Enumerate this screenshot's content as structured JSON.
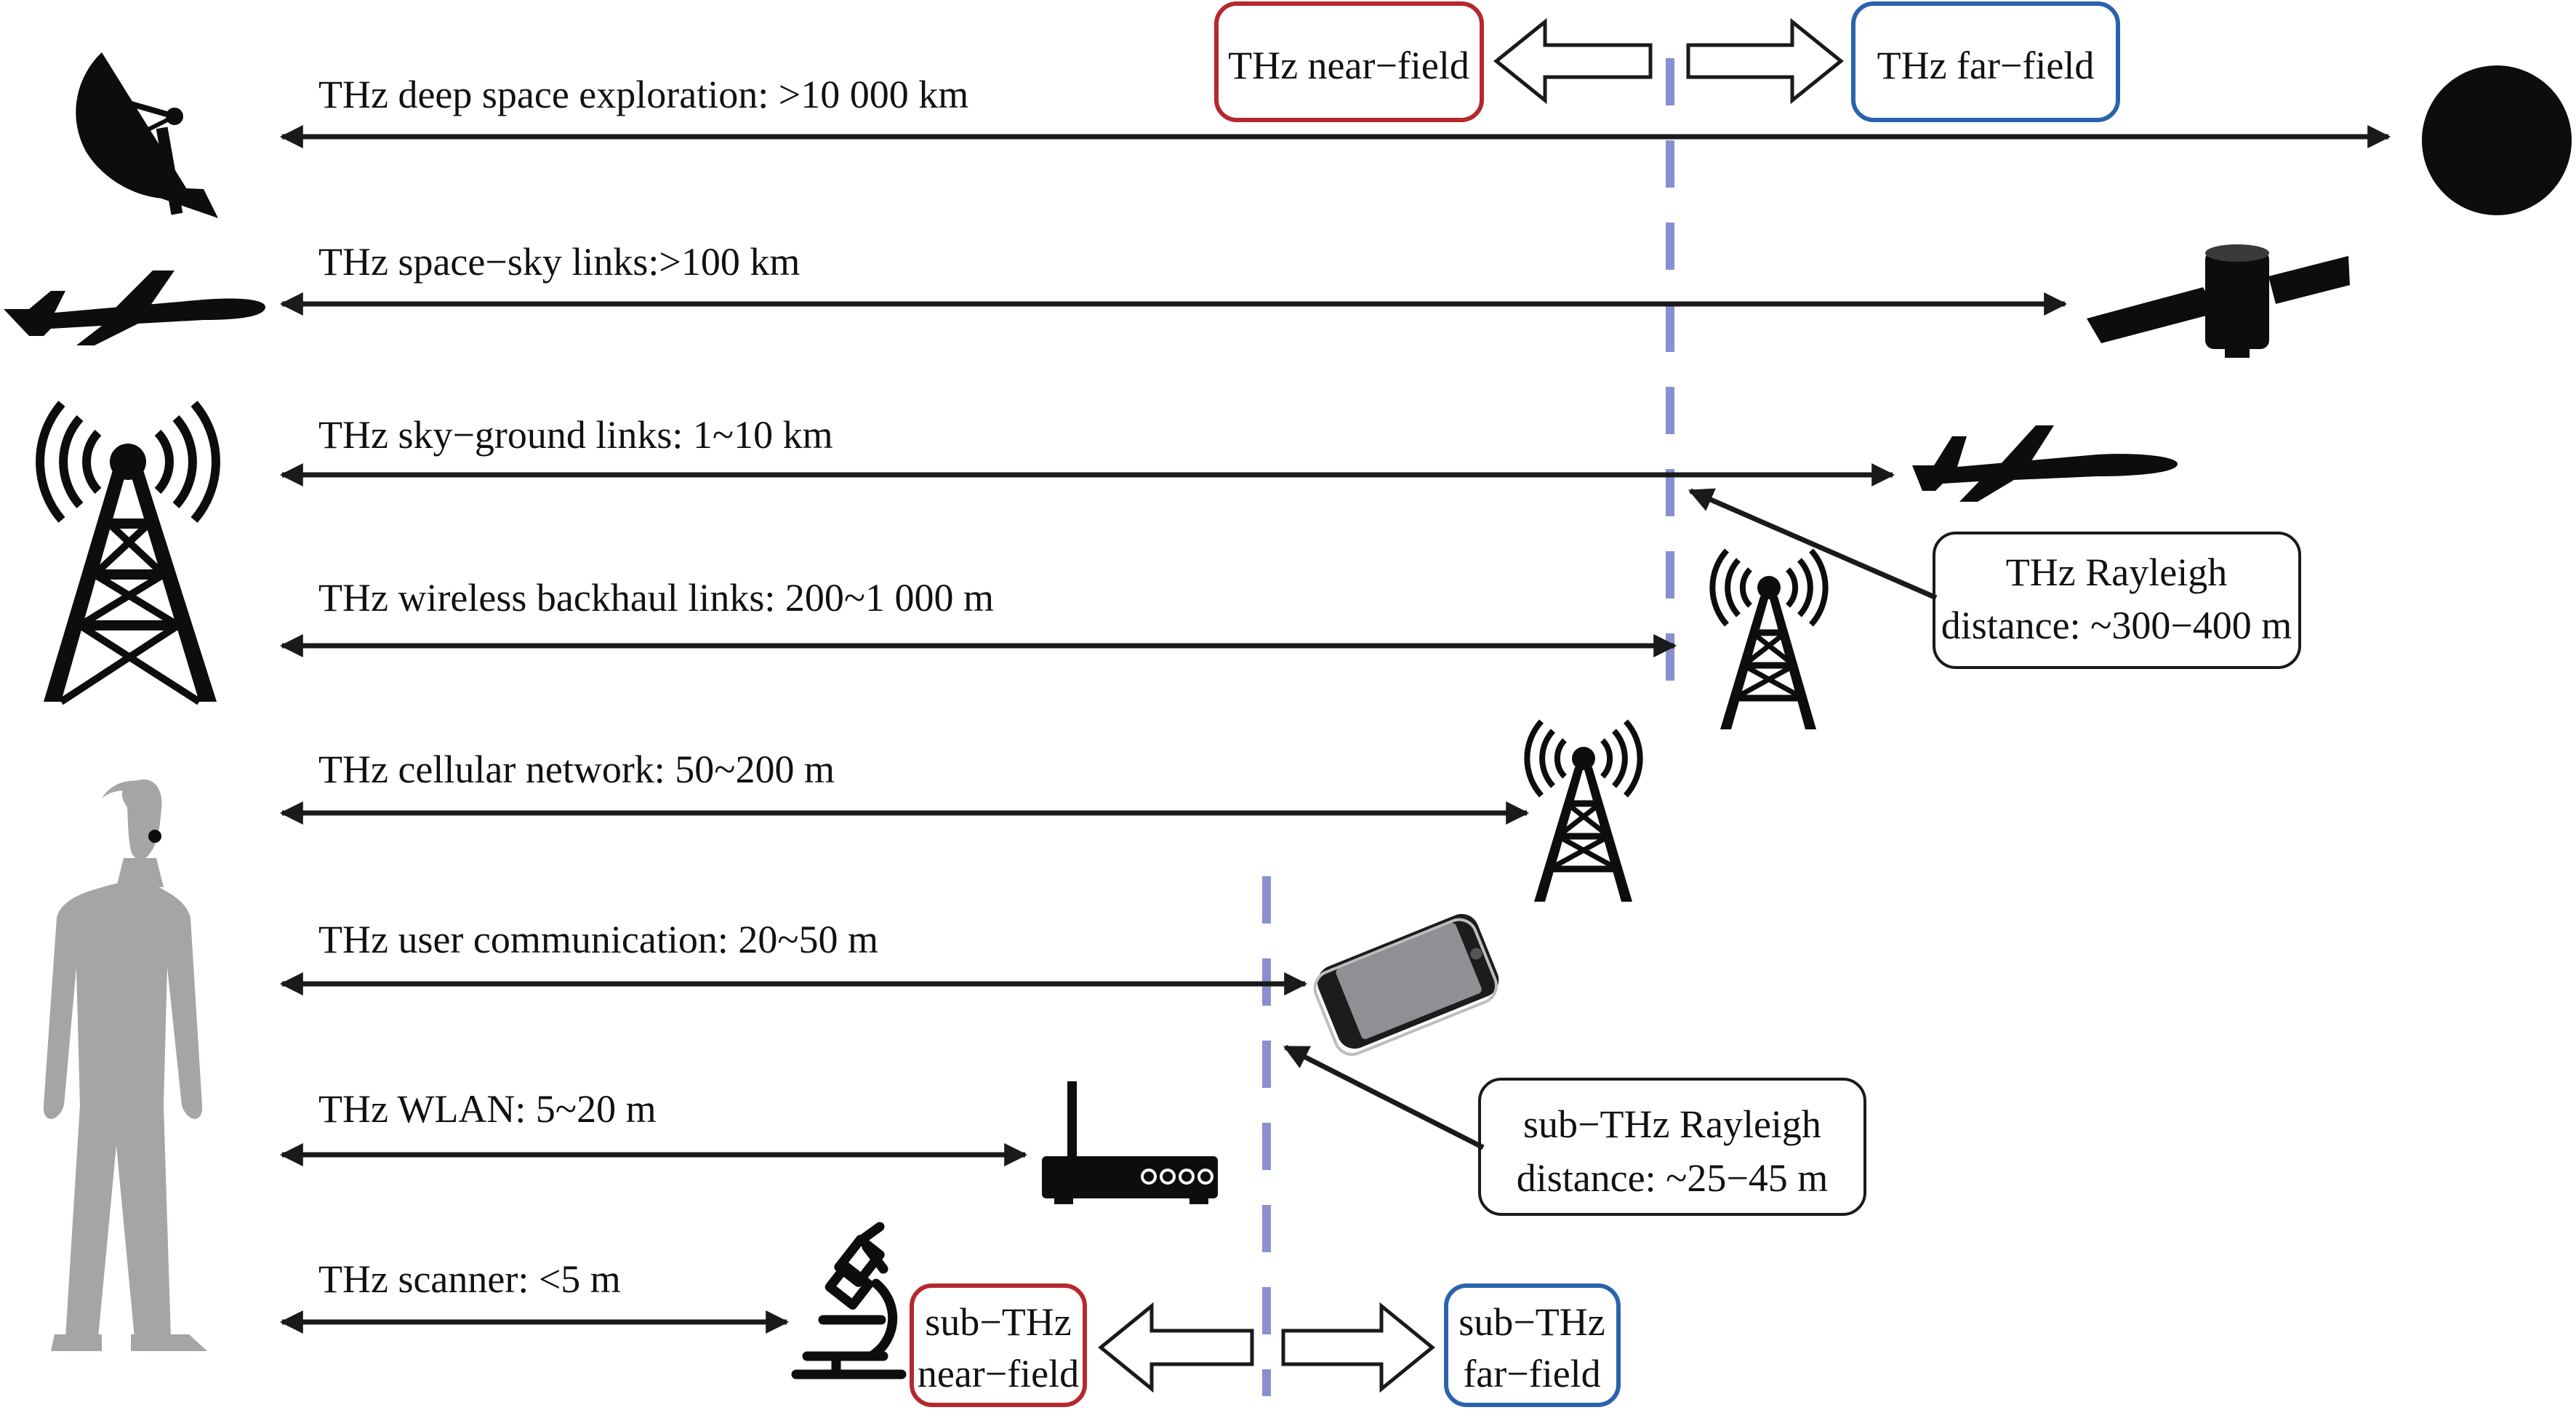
{
  "colors": {
    "near_field_border": "#b5282e",
    "far_field_border": "#2a63ad",
    "boundary_line": "#8a8fd0",
    "arrow": "#1a1a1a",
    "person": "#a6a4a5",
    "icon": "#0d0d0d"
  },
  "links": [
    {
      "label": "THz deep space exploration: >10 000 km",
      "left_icon": "satellite-dish-icon",
      "right_icon": "planet-icon"
    },
    {
      "label": "THz space−sky links:>100 km",
      "left_icon": "airplane-icon",
      "right_icon": "satellite-icon"
    },
    {
      "label": "THz sky−ground links: 1~10 km",
      "left_icon": "large-tower-icon",
      "right_icon": "airplane-icon"
    },
    {
      "label": "THz wireless backhaul links: 200~1 000 m",
      "left_icon": "large-tower-icon",
      "right_icon": "cell-tower-icon"
    },
    {
      "label": "THz cellular network: 50~200 m",
      "left_icon": "person-icon",
      "right_icon": "cell-tower-icon"
    },
    {
      "label": "THz user communication: 20~50 m",
      "left_icon": "person-icon",
      "right_icon": "smartphone-icon"
    },
    {
      "label": "THz WLAN: 5~20 m",
      "left_icon": "person-icon",
      "right_icon": "router-icon"
    },
    {
      "label": "THz scanner: <5 m",
      "left_icon": "person-icon",
      "right_icon": "microscope-icon"
    }
  ],
  "thz_field": {
    "near_label": "THz near−field",
    "far_label": "THz far−field"
  },
  "thz_rayleigh": {
    "line1": "THz Rayleigh",
    "line2": "distance: ~300−400 m"
  },
  "subthz_rayleigh": {
    "line1": "sub−THz Rayleigh",
    "line2": "distance: ~25−45 m"
  },
  "subthz_field": {
    "near_line1": "sub−THz",
    "near_line2": "near−field",
    "far_line1": "sub−THz",
    "far_line2": "far−field"
  }
}
